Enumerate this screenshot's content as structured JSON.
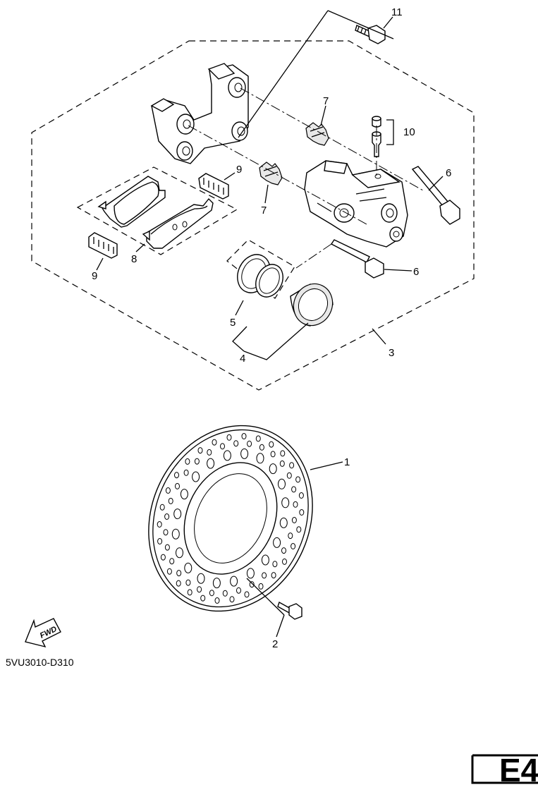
{
  "diagram": {
    "callouts": [
      {
        "id": "c11",
        "text": "11"
      },
      {
        "id": "c7a",
        "text": "7"
      },
      {
        "id": "c10",
        "text": "10"
      },
      {
        "id": "c9a",
        "text": "9"
      },
      {
        "id": "c6a",
        "text": "6"
      },
      {
        "id": "c7b",
        "text": "7"
      },
      {
        "id": "c8",
        "text": "8"
      },
      {
        "id": "c9b",
        "text": "9"
      },
      {
        "id": "c6b",
        "text": "6"
      },
      {
        "id": "c5",
        "text": "5"
      },
      {
        "id": "c3",
        "text": "3"
      },
      {
        "id": "c4",
        "text": "4"
      },
      {
        "id": "c1",
        "text": "1"
      },
      {
        "id": "c2",
        "text": "2"
      }
    ],
    "fwd_label": "FWD",
    "drawing_code": "5VU3010-D310",
    "page_badge": "E4"
  }
}
